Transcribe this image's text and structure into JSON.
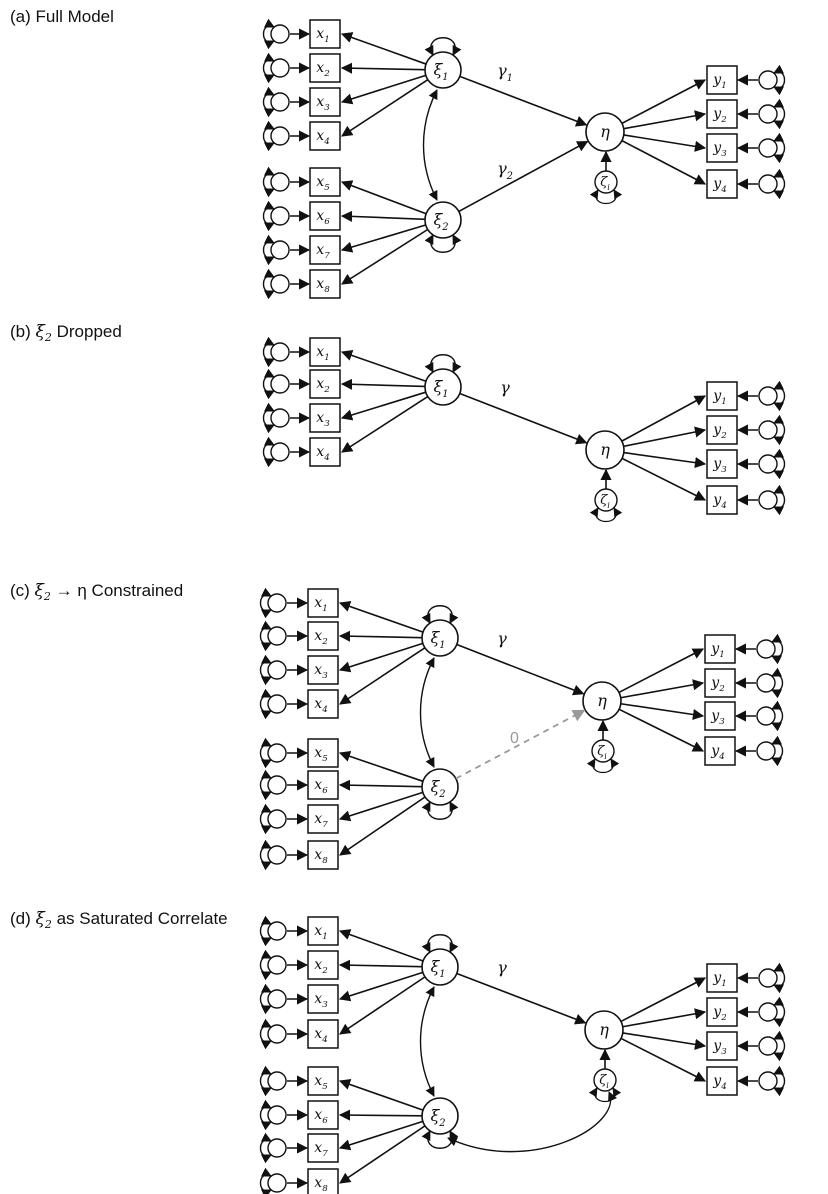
{
  "panels": [
    {
      "id": "a",
      "letter": "(a)",
      "title_prefix": "",
      "title_suffix": "Full Model",
      "indicators_xi1": [
        "1",
        "2",
        "3",
        "4"
      ],
      "indicators_xi2": [
        "5",
        "6",
        "7",
        "8"
      ],
      "indicators_eta": [
        "1",
        "2",
        "3",
        "4"
      ],
      "has_xi2": true,
      "path_xi1_label": "γ",
      "path_xi1_sub": "1",
      "path_xi2_label": "γ",
      "path_xi2_sub": "2",
      "path_xi2_style": "solid"
    },
    {
      "id": "b",
      "letter": "(b)",
      "title_prefix": "ξ",
      "title_suffix": "Dropped",
      "indicators_xi1": [
        "1",
        "2",
        "3",
        "4"
      ],
      "indicators_xi2": [],
      "indicators_eta": [
        "1",
        "2",
        "3",
        "4"
      ],
      "has_xi2": false,
      "path_xi1_label": "γ",
      "path_xi1_sub": ""
    },
    {
      "id": "c",
      "letter": "(c)",
      "title_prefix": "ξ",
      "title_suffix": "→ η Constrained",
      "indicators_xi1": [
        "1",
        "2",
        "3",
        "4"
      ],
      "indicators_xi2": [
        "5",
        "6",
        "7",
        "8"
      ],
      "indicators_eta": [
        "1",
        "2",
        "3",
        "4"
      ],
      "has_xi2": true,
      "path_xi1_label": "γ",
      "path_xi1_sub": "",
      "path_xi2_label": "0",
      "path_xi2_sub": "",
      "path_xi2_style": "dashed"
    },
    {
      "id": "d",
      "letter": "(d)",
      "title_prefix": "ξ",
      "title_suffix": "as Saturated Correlate",
      "indicators_xi1": [
        "1",
        "2",
        "3",
        "4"
      ],
      "indicators_xi2": [
        "5",
        "6",
        "7",
        "8"
      ],
      "indicators_eta": [
        "1",
        "2",
        "3",
        "4"
      ],
      "has_xi2": true,
      "path_xi1_label": "γ",
      "path_xi1_sub": "",
      "path_xi2_style": "saturated"
    }
  ],
  "symbols": {
    "xi": "ξ",
    "eta": "η",
    "zeta": "ζ",
    "zeta_sub": "i",
    "x": "x",
    "y": "y",
    "xi1_sub": "1",
    "xi2_sub": "2"
  },
  "colors": {
    "ink": "#111111",
    "constrained_path": "#999999"
  }
}
